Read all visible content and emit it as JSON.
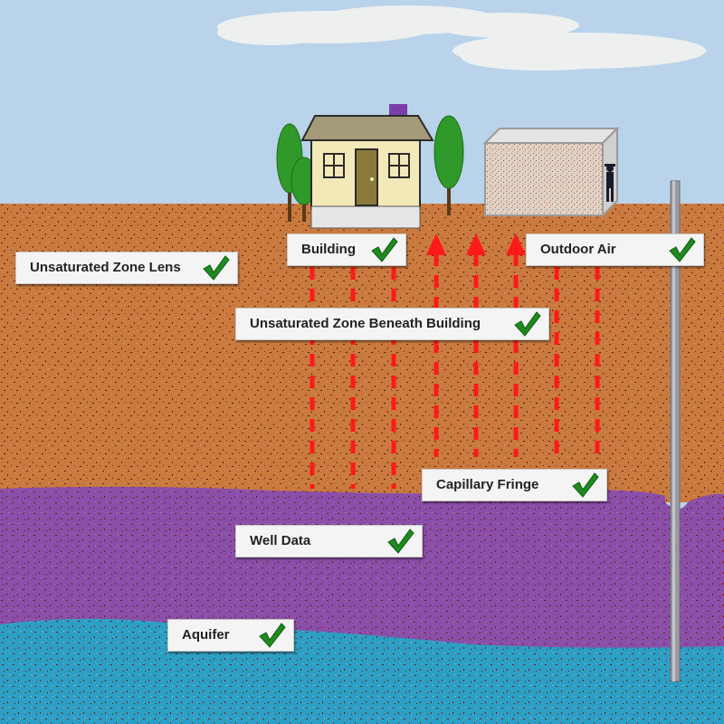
{
  "labels": {
    "unsaturated_zone_lens": "Unsaturated Zone Lens",
    "building": "Building",
    "outdoor_air": "Outdoor Air",
    "unsaturated_zone_beneath_building": "Unsaturated Zone Beneath Building",
    "capillary_fringe": "Capillary Fringe",
    "well_data": "Well Data",
    "aquifer": "Aquifer"
  },
  "colors": {
    "sky": "#b8d3ea",
    "soil": "#c97a3f",
    "capillary": "#8a4fa8",
    "aquifer": "#2e9fc4",
    "arrow": "#ff1a1a",
    "check": "#1f8a1f"
  },
  "icons": {
    "check": "check-icon",
    "tree": "tree-icon",
    "house": "house-icon",
    "person": "person-icon",
    "well": "well-pipe-icon"
  }
}
